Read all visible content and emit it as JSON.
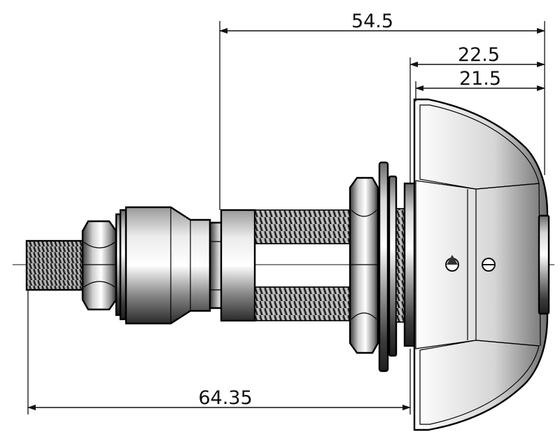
{
  "dimensions": {
    "overall_length": "54.5",
    "cap_width_outer": "22.5",
    "cap_width_inner": "21.5",
    "total_length": "64.35"
  }
}
